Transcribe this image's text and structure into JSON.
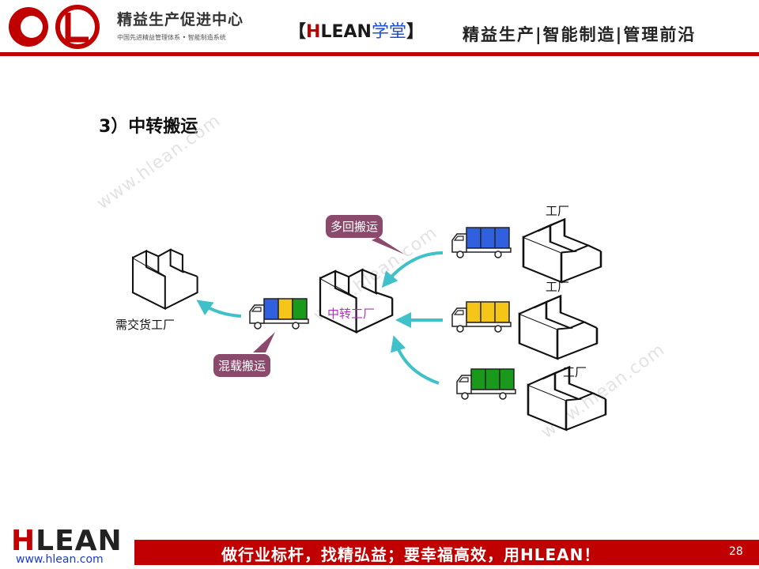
{
  "header": {
    "org_name": "精益生产促进中心",
    "org_sub": "中国先进精益管理体系 • 智能制造系统",
    "brand_bracket_open": "【",
    "brand_h": "H",
    "brand_lean": "LEAN",
    "brand_xuetang": "学堂",
    "brand_bracket_close": "】",
    "tagline": "精益生产|智能制造|管理前沿"
  },
  "slide": {
    "title": "3）中转搬运"
  },
  "watermark": "www.hlean.com",
  "diagram": {
    "factory_label": "工厂",
    "hub_label": "中转工厂",
    "destination_label": "需交货工厂",
    "callout_milk_run": "多回搬运",
    "callout_mixed_load": "混载搬运",
    "colors": {
      "blue_cargo": "#3060e0",
      "yellow_cargo": "#f5c518",
      "green_cargo": "#1a9a1a",
      "arrow": "#40c0c8",
      "callout": "#8b4a6b"
    }
  },
  "footer": {
    "logo_h": "H",
    "logo_rest": "LEAN",
    "url": "www.hlean.com",
    "slogan": "做行业标杆，找精弘益；要幸福高效，用HLEAN！",
    "page_number": "28"
  }
}
